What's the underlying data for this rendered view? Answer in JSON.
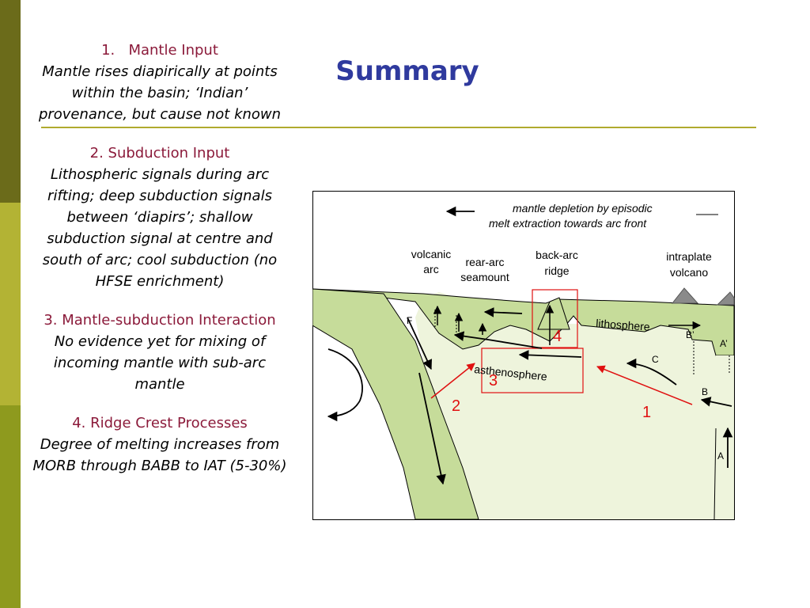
{
  "slide": {
    "title": "Summary",
    "sections": [
      {
        "number": "1.",
        "heading": "Mantle Input",
        "body": "Mantle rises diapirically at points within the basin; ‘Indian’ provenance, but cause not known"
      },
      {
        "heading": "2. Subduction Input",
        "body": "Lithospheric signals during arc rifting; deep subduction signals between ‘diapirs’; shallow subduction signal at  centre and south of arc; cool subduction (no HFSE enrichment)"
      },
      {
        "heading": "3. Mantle-subduction Interaction",
        "body": "No evidence yet for mixing of incoming mantle with sub-arc mantle"
      },
      {
        "heading": "4. Ridge Crest Processes",
        "body": "Degree of melting increases from MORB through BABB to IAT (5-30%)"
      }
    ]
  },
  "diagram": {
    "caption_line1": "mantle depletion by episodic",
    "caption_line2": "melt extraction towards arc front",
    "labels": {
      "volcanic_arc_1": "volcanic",
      "volcanic_arc_2": "arc",
      "rear_arc_1": "rear-arc",
      "rear_arc_2": "seamount",
      "back_arc_1": "back-arc",
      "back_arc_2": "ridge",
      "intraplate_1": "intraplate",
      "intraplate_2": "volcano",
      "lithosphere": "lithosphere",
      "asthenosphere": "asthenosphere",
      "F": "F",
      "B_prime": "B’",
      "A_prime": "A’",
      "C": "C",
      "B": "B",
      "A": "A"
    },
    "markers": {
      "one": "1",
      "two": "2",
      "three": "3",
      "four": "4"
    },
    "colors": {
      "lithosphere": "#c6dc9a",
      "mantle": "#eef4dc",
      "red": "#e01010",
      "volcano": "#8a8a8a"
    }
  }
}
